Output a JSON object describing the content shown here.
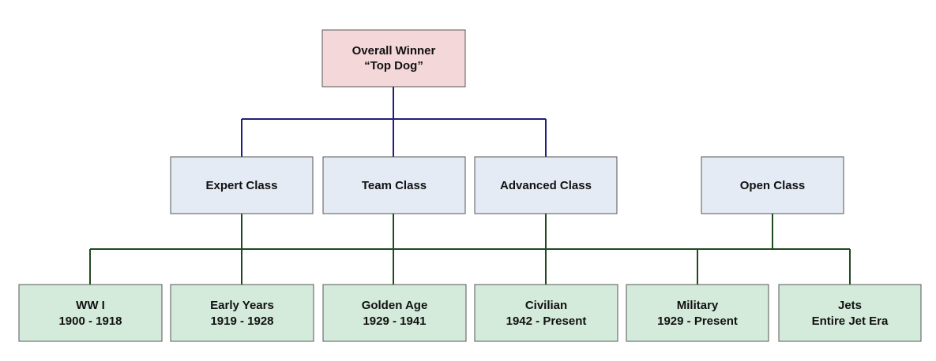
{
  "colors": {
    "top_fill": "#f4d7d8",
    "mid_fill": "#e4ebf5",
    "bottom_fill": "#d4eadb",
    "box_stroke": "#555555",
    "top_connector": "#1f1f7a",
    "bottom_connector": "#1f4a1f"
  },
  "top": {
    "lines": [
      "Overall Winner",
      "“Top Dog”"
    ]
  },
  "classes": [
    {
      "label": "Expert Class"
    },
    {
      "label": "Team Class"
    },
    {
      "label": "Advanced Class"
    },
    {
      "label": "Open Class"
    }
  ],
  "eras": [
    {
      "lines": [
        "WW I",
        "1900 - 1918"
      ]
    },
    {
      "lines": [
        "Early Years",
        "1919 - 1928"
      ]
    },
    {
      "lines": [
        "Golden Age",
        "1929 - 1941"
      ]
    },
    {
      "lines": [
        "Civilian",
        "1942 - Present"
      ]
    },
    {
      "lines": [
        "Military",
        "1929 - Present"
      ]
    },
    {
      "lines": [
        "Jets",
        "Entire Jet Era"
      ]
    }
  ]
}
